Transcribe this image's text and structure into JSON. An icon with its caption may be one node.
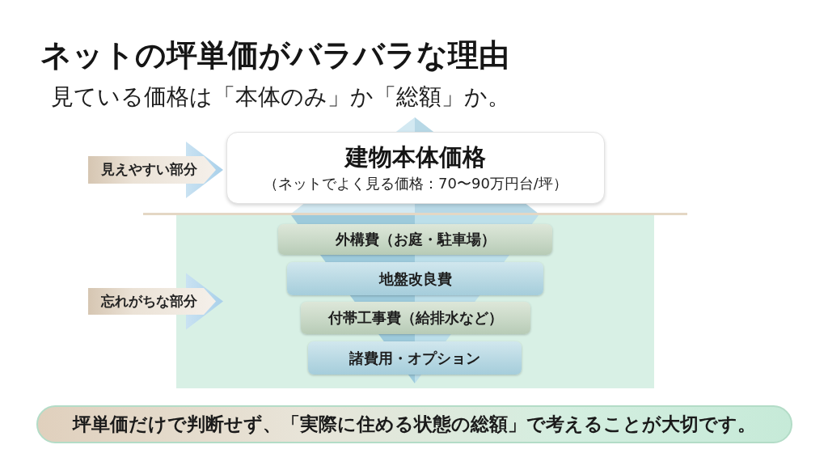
{
  "diagram": {
    "title": "ネットの坪単価がバラバラな理由",
    "nodes": [
      {
        "text": [
          "見えやすい部分"
        ]
      },
      {
        "text": [
          "建物本体価格",
          "（ネットでよく見る価格：70〜90万円台/坪）"
        ]
      },
      {
        "text": [
          "忘れがちな部分"
        ]
      },
      {
        "text": [
          "外構費（お庭・駐車場）"
        ]
      },
      {
        "text": [
          "地盤改良費"
        ]
      },
      {
        "text": [
          "付帯工事費（給排水など）"
        ]
      },
      {
        "text": [
          "諸費用・オプション"
        ]
      },
      {
        "text": [
          "坪単価だけで判断せず、「実際に住める状態の総額」で考えることが大切です。"
        ]
      }
    ],
    "labels": [
      "見ている価格は「本体のみ」か「総額」か。"
    ]
  }
}
